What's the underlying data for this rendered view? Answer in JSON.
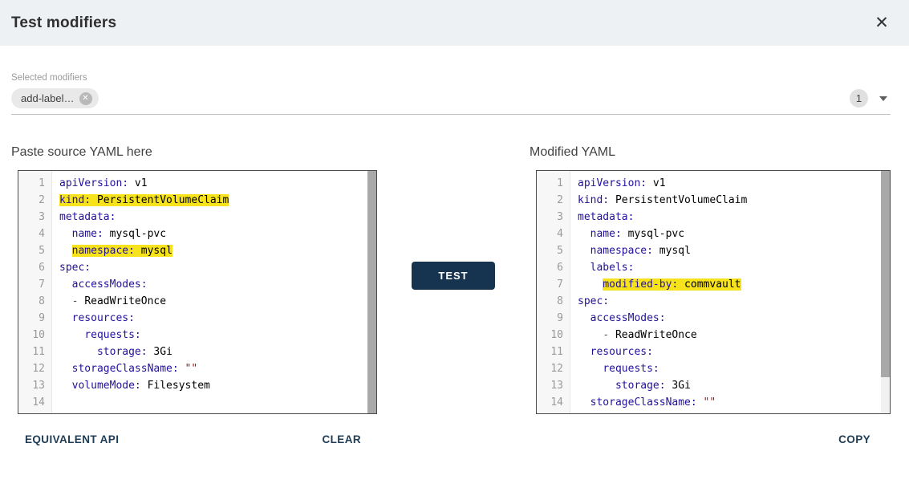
{
  "dialog": {
    "title": "Test modifiers",
    "close_icon": "✕"
  },
  "modifier_select": {
    "label": "Selected modifiers",
    "chip": {
      "label": "add-label…",
      "remove_icon": "✕"
    },
    "count_badge": "1"
  },
  "panels": {
    "source_title": "Paste source YAML here",
    "modified_title": "Modified YAML"
  },
  "actions": {
    "test": "TEST",
    "equivalent_api": "EQUIVALENT API",
    "clear": "CLEAR",
    "copy": "COPY"
  },
  "colors": {
    "highlight": "#f7e31c",
    "key": "#221199",
    "string": "#aa1111",
    "meta": "#555555",
    "accent": "#16344f",
    "header_bg": "#edf1f4"
  },
  "editors": {
    "source": {
      "scroll_thumb_pct": 100,
      "lines": [
        {
          "n": 1,
          "indent": 0,
          "hl": false,
          "tokens": [
            [
              "key",
              "apiVersion:"
            ],
            [
              "plain",
              " v1"
            ]
          ]
        },
        {
          "n": 2,
          "indent": 0,
          "hl": true,
          "tokens": [
            [
              "key",
              "kind:"
            ],
            [
              "plain",
              " PersistentVolumeClaim"
            ]
          ]
        },
        {
          "n": 3,
          "indent": 0,
          "hl": false,
          "tokens": [
            [
              "key",
              "metadata:"
            ]
          ]
        },
        {
          "n": 4,
          "indent": 2,
          "hl": false,
          "tokens": [
            [
              "key",
              "name:"
            ],
            [
              "plain",
              " mysql-pvc"
            ]
          ]
        },
        {
          "n": 5,
          "indent": 2,
          "hl": true,
          "tokens": [
            [
              "key",
              "namespace:"
            ],
            [
              "plain",
              " mysql"
            ]
          ]
        },
        {
          "n": 6,
          "indent": 0,
          "hl": false,
          "tokens": [
            [
              "key",
              "spec:"
            ]
          ]
        },
        {
          "n": 7,
          "indent": 2,
          "hl": false,
          "tokens": [
            [
              "key",
              "accessModes:"
            ]
          ]
        },
        {
          "n": 8,
          "indent": 2,
          "hl": false,
          "tokens": [
            [
              "meta",
              "- "
            ],
            [
              "plain",
              "ReadWriteOnce"
            ]
          ]
        },
        {
          "n": 9,
          "indent": 2,
          "hl": false,
          "tokens": [
            [
              "key",
              "resources:"
            ]
          ]
        },
        {
          "n": 10,
          "indent": 4,
          "hl": false,
          "tokens": [
            [
              "key",
              "requests:"
            ]
          ]
        },
        {
          "n": 11,
          "indent": 6,
          "hl": false,
          "tokens": [
            [
              "key",
              "storage:"
            ],
            [
              "plain",
              " 3Gi"
            ]
          ]
        },
        {
          "n": 12,
          "indent": 2,
          "hl": false,
          "tokens": [
            [
              "key",
              "storageClassName:"
            ],
            [
              "plain",
              " "
            ],
            [
              "string",
              "\"\""
            ]
          ]
        },
        {
          "n": 13,
          "indent": 2,
          "hl": false,
          "tokens": [
            [
              "key",
              "volumeMode:"
            ],
            [
              "plain",
              " Filesystem"
            ]
          ]
        },
        {
          "n": 14,
          "indent": 0,
          "hl": false,
          "tokens": []
        }
      ]
    },
    "modified": {
      "scroll_thumb_pct": 85,
      "lines": [
        {
          "n": 1,
          "indent": 0,
          "hl": false,
          "tokens": [
            [
              "key",
              "apiVersion:"
            ],
            [
              "plain",
              " v1"
            ]
          ]
        },
        {
          "n": 2,
          "indent": 0,
          "hl": false,
          "tokens": [
            [
              "key",
              "kind:"
            ],
            [
              "plain",
              " PersistentVolumeClaim"
            ]
          ]
        },
        {
          "n": 3,
          "indent": 0,
          "hl": false,
          "tokens": [
            [
              "key",
              "metadata:"
            ]
          ]
        },
        {
          "n": 4,
          "indent": 2,
          "hl": false,
          "tokens": [
            [
              "key",
              "name:"
            ],
            [
              "plain",
              " mysql-pvc"
            ]
          ]
        },
        {
          "n": 5,
          "indent": 2,
          "hl": false,
          "tokens": [
            [
              "key",
              "namespace:"
            ],
            [
              "plain",
              " mysql"
            ]
          ]
        },
        {
          "n": 6,
          "indent": 2,
          "hl": false,
          "tokens": [
            [
              "key",
              "labels:"
            ]
          ]
        },
        {
          "n": 7,
          "indent": 4,
          "hl": true,
          "tokens": [
            [
              "key",
              "modified-by:"
            ],
            [
              "plain",
              " commvault"
            ]
          ]
        },
        {
          "n": 8,
          "indent": 0,
          "hl": false,
          "tokens": [
            [
              "key",
              "spec:"
            ]
          ]
        },
        {
          "n": 9,
          "indent": 2,
          "hl": false,
          "tokens": [
            [
              "key",
              "accessModes:"
            ]
          ]
        },
        {
          "n": 10,
          "indent": 4,
          "hl": false,
          "tokens": [
            [
              "meta",
              "- "
            ],
            [
              "plain",
              "ReadWriteOnce"
            ]
          ]
        },
        {
          "n": 11,
          "indent": 2,
          "hl": false,
          "tokens": [
            [
              "key",
              "resources:"
            ]
          ]
        },
        {
          "n": 12,
          "indent": 4,
          "hl": false,
          "tokens": [
            [
              "key",
              "requests:"
            ]
          ]
        },
        {
          "n": 13,
          "indent": 6,
          "hl": false,
          "tokens": [
            [
              "key",
              "storage:"
            ],
            [
              "plain",
              " 3Gi"
            ]
          ]
        },
        {
          "n": 14,
          "indent": 2,
          "hl": false,
          "tokens": [
            [
              "key",
              "storageClassName:"
            ],
            [
              "plain",
              " "
            ],
            [
              "string",
              "\"\""
            ]
          ]
        }
      ]
    }
  }
}
